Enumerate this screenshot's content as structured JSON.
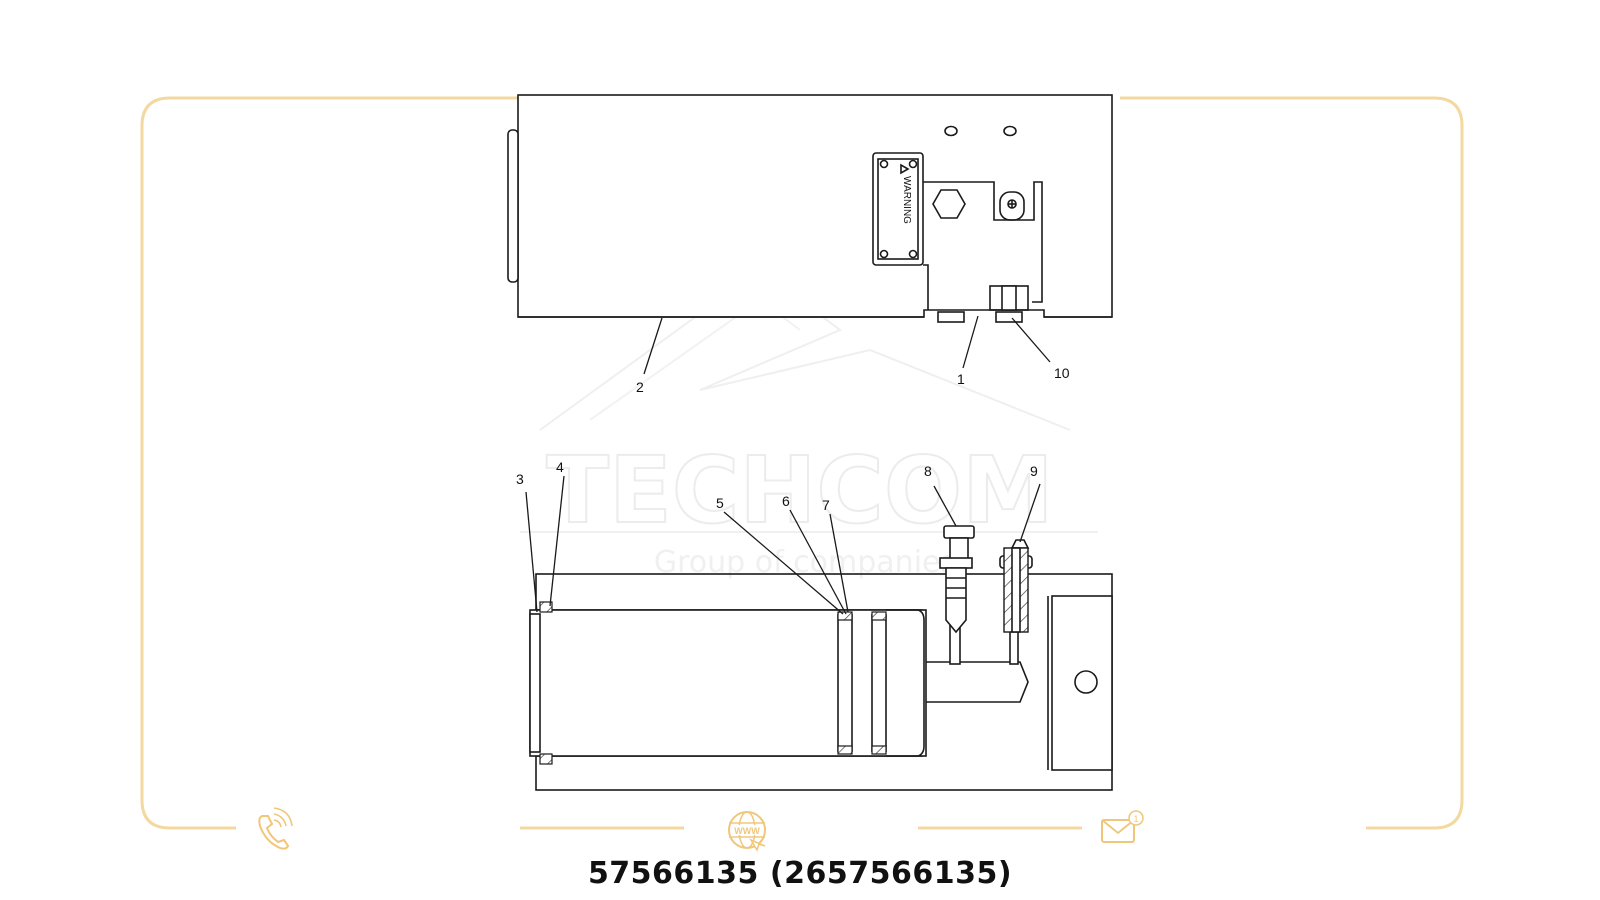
{
  "watermark": {
    "brand": "TECHCOM",
    "tagline": "Group of companies"
  },
  "diagram": {
    "warning_label": "WARNING",
    "callouts": [
      "1",
      "2",
      "3",
      "4",
      "5",
      "6",
      "7",
      "8",
      "9",
      "10"
    ]
  },
  "footer": {
    "part_number": "57566135 (2657566135)",
    "mail_badge": "1",
    "web_label": "WWW",
    "icons": [
      "phone-icon",
      "web-icon",
      "mail-icon"
    ]
  },
  "colors": {
    "frame": "#f3d9a0",
    "ink": "#1a1a1a",
    "watermark": "#ececec"
  }
}
